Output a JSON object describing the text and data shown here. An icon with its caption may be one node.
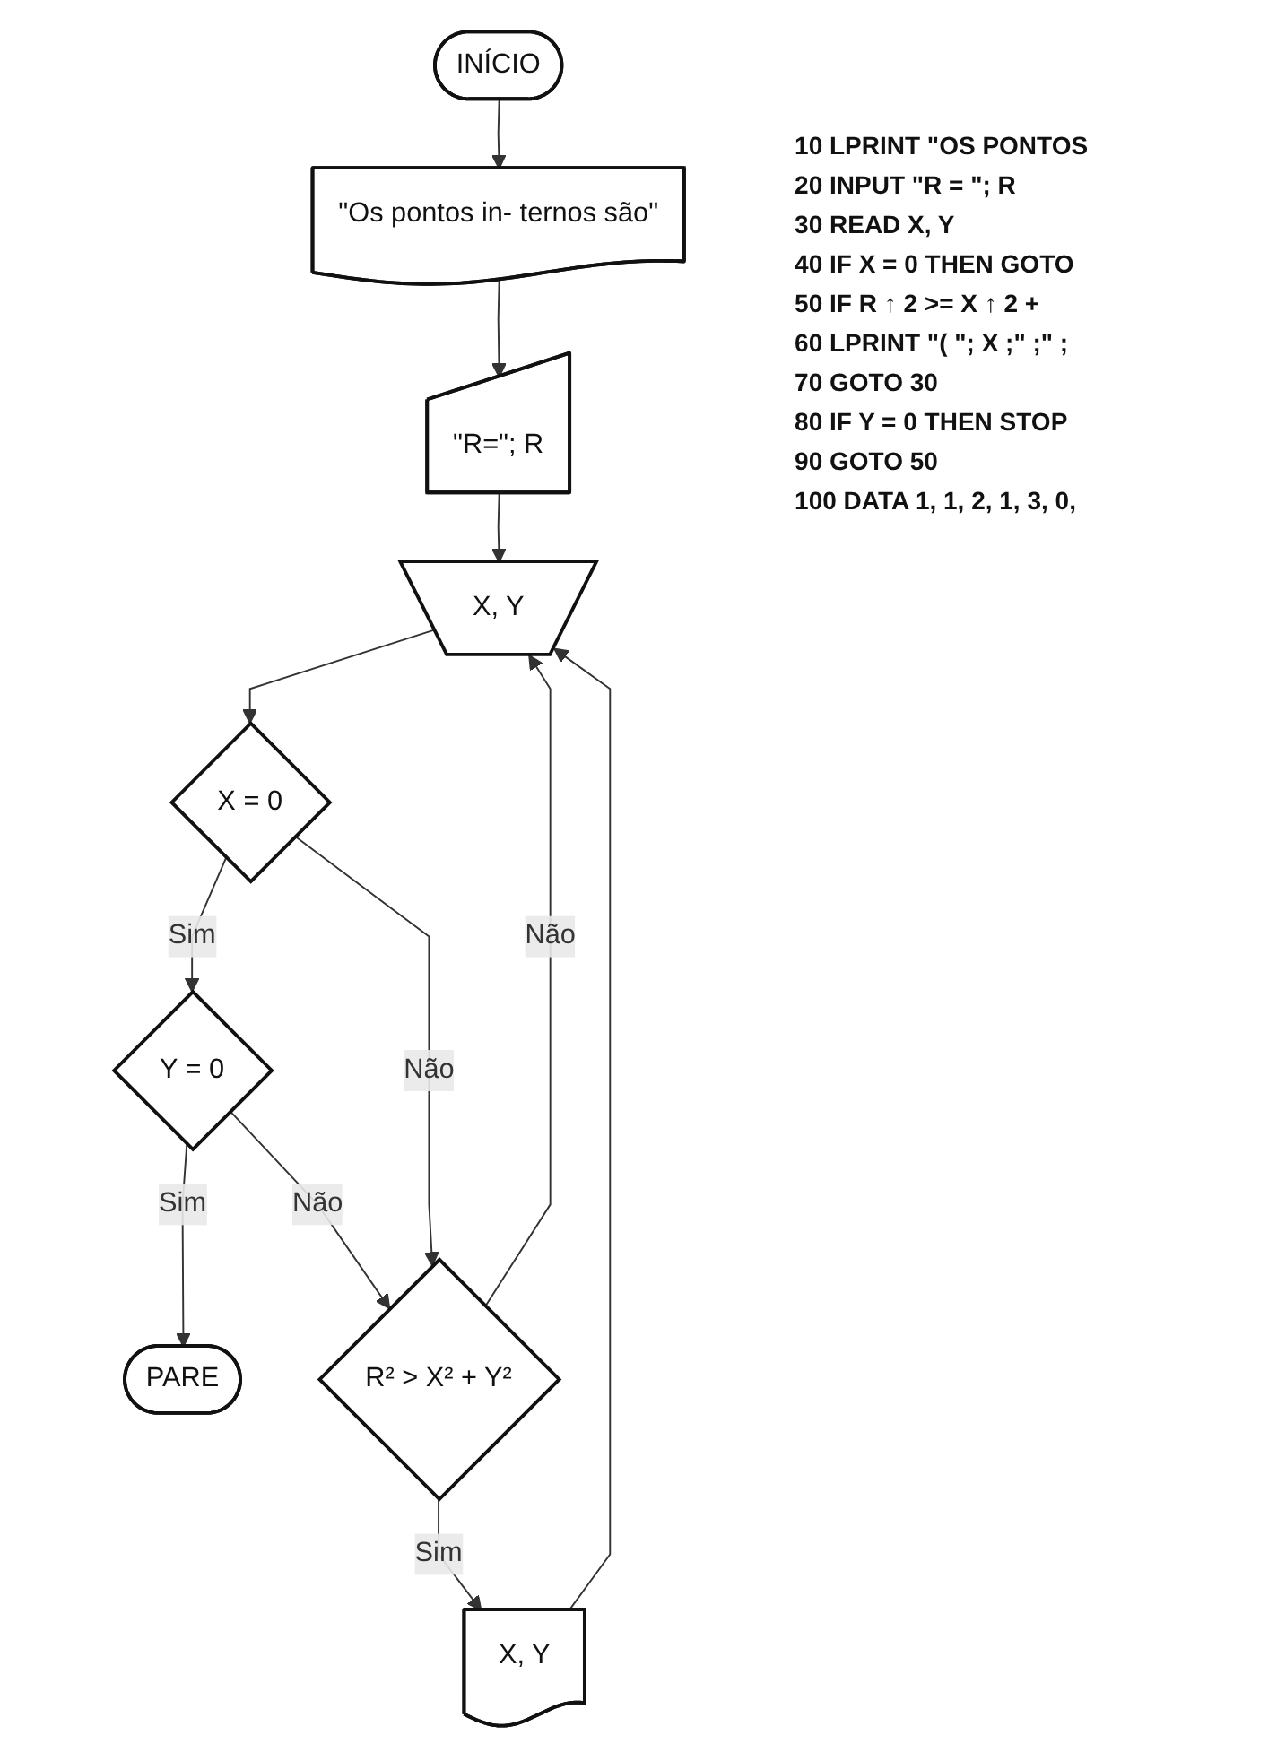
{
  "diagram": {
    "nodes": [
      {
        "text": [
          "INÍCIO"
        ]
      },
      {
        "text": [
          "\"Os pontos in- ternos são\""
        ]
      },
      {
        "text": [
          "\"R=\"; R"
        ]
      },
      {
        "text": [
          "X, Y"
        ]
      },
      {
        "text": [
          "X = 0"
        ]
      },
      {
        "text": [
          "Y = 0"
        ]
      },
      {
        "text": [
          "PARE"
        ]
      },
      {
        "text": [
          "R² > X² + Y²"
        ]
      },
      {
        "text": [
          "X, Y"
        ]
      }
    ],
    "edges": [
      {
        "from": 0,
        "to": 1,
        "arrow": "to"
      },
      {
        "from": 1,
        "to": 2,
        "arrow": "to"
      },
      {
        "from": 2,
        "to": 3,
        "arrow": "to"
      },
      {
        "from": 3,
        "to": 4,
        "arrow": "to"
      },
      {
        "from": 4,
        "to": 5,
        "arrow": "to",
        "label": "Sim"
      },
      {
        "from": 5,
        "to": 6,
        "arrow": "to",
        "label": "Sim"
      },
      {
        "from": 4,
        "to": 7,
        "arrow": "to",
        "label": "Não"
      },
      {
        "from": 5,
        "to": 7,
        "arrow": "to",
        "label": "Não"
      },
      {
        "from": 7,
        "to": 3,
        "arrow": "to",
        "label": "Não"
      },
      {
        "from": 7,
        "to": 8,
        "arrow": "to",
        "label": "Sim"
      },
      {
        "from": 8,
        "to": 3,
        "arrow": "to"
      }
    ],
    "labels": [
      "10 LPRINT \"OS PONTOS",
      "20 INPUT \"R = \"; R",
      "30 READ X, Y",
      "40 IF X = 0 THEN GOTO",
      "50 IF R ↑ 2 >= X ↑ 2 +",
      "60 LPRINT \"( \"; X ;\" ;\" ;",
      "70 GOTO 30",
      "80 IF Y = 0 THEN STOP",
      "90 GOTO 50",
      "100 DATA 1, 1, 2, 1, 3, 0,"
    ]
  }
}
